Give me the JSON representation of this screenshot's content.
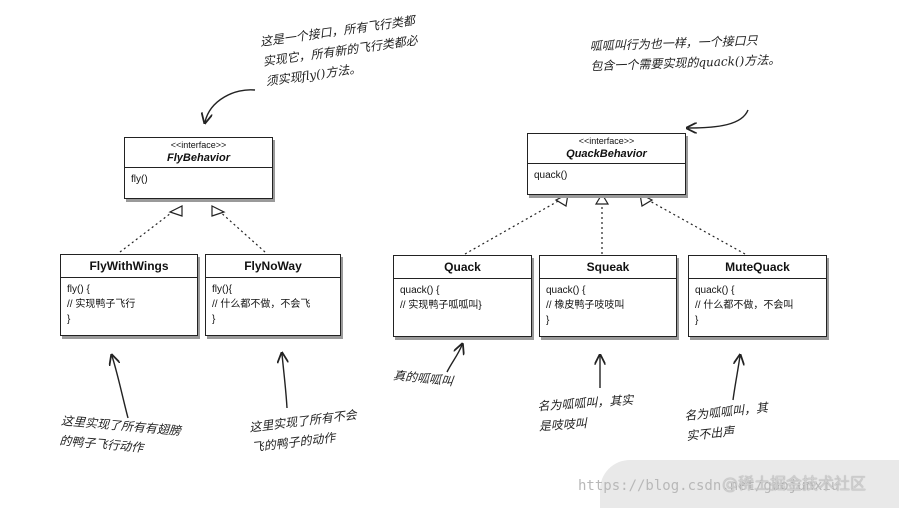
{
  "fly_interface": {
    "stereotype": "<<interface>>",
    "name": "FlyBehavior",
    "method": "fly()"
  },
  "quack_interface": {
    "stereotype": "<<interface>>",
    "name": "QuackBehavior",
    "method": "quack()"
  },
  "fly_impls": [
    {
      "name": "FlyWithWings",
      "lines": [
        "fly() {",
        "// 实现鸭子飞行",
        "}"
      ]
    },
    {
      "name": "FlyNoWay",
      "lines": [
        "fly(){",
        "// 什么都不做，不会飞",
        "}"
      ]
    }
  ],
  "quack_impls": [
    {
      "name": "Quack",
      "lines": [
        "quack() {",
        "// 实现鸭子呱呱叫}",
        ""
      ]
    },
    {
      "name": "Squeak",
      "lines": [
        "quack() {",
        "// 橡皮鸭子吱吱叫",
        "}"
      ]
    },
    {
      "name": "MuteQuack",
      "lines": [
        "quack() {",
        "// 什么都不做，不会叫",
        "}"
      ]
    }
  ],
  "notes": {
    "fly_interface_note": "这是一个接口，所有飞行类都\n实现它，所有新的飞行类都必\n须实现fly()方法。",
    "quack_interface_note": "呱呱叫行为也一样，一个接口只\n包含一个需要实现的quack()方法。",
    "fly_with_wings_note": "这里实现了所有有翅膀\n的鸭子飞行动作",
    "fly_no_way_note": "这里实现了所有不会\n飞的鸭子的动作",
    "quack_note": "真的呱呱叫",
    "squeak_note": "名为呱呱叫，其实\n是吱吱叫",
    "mute_note": "名为呱呱叫，其\n实不出声"
  },
  "watermark": {
    "url": "https://blog.csdn.net/guojunxiu",
    "brand": "@稀土掘金技术社区"
  },
  "colors": {
    "line": "#222222",
    "shadow": "#9a9a9a",
    "watermark": "#b8b8b8"
  }
}
